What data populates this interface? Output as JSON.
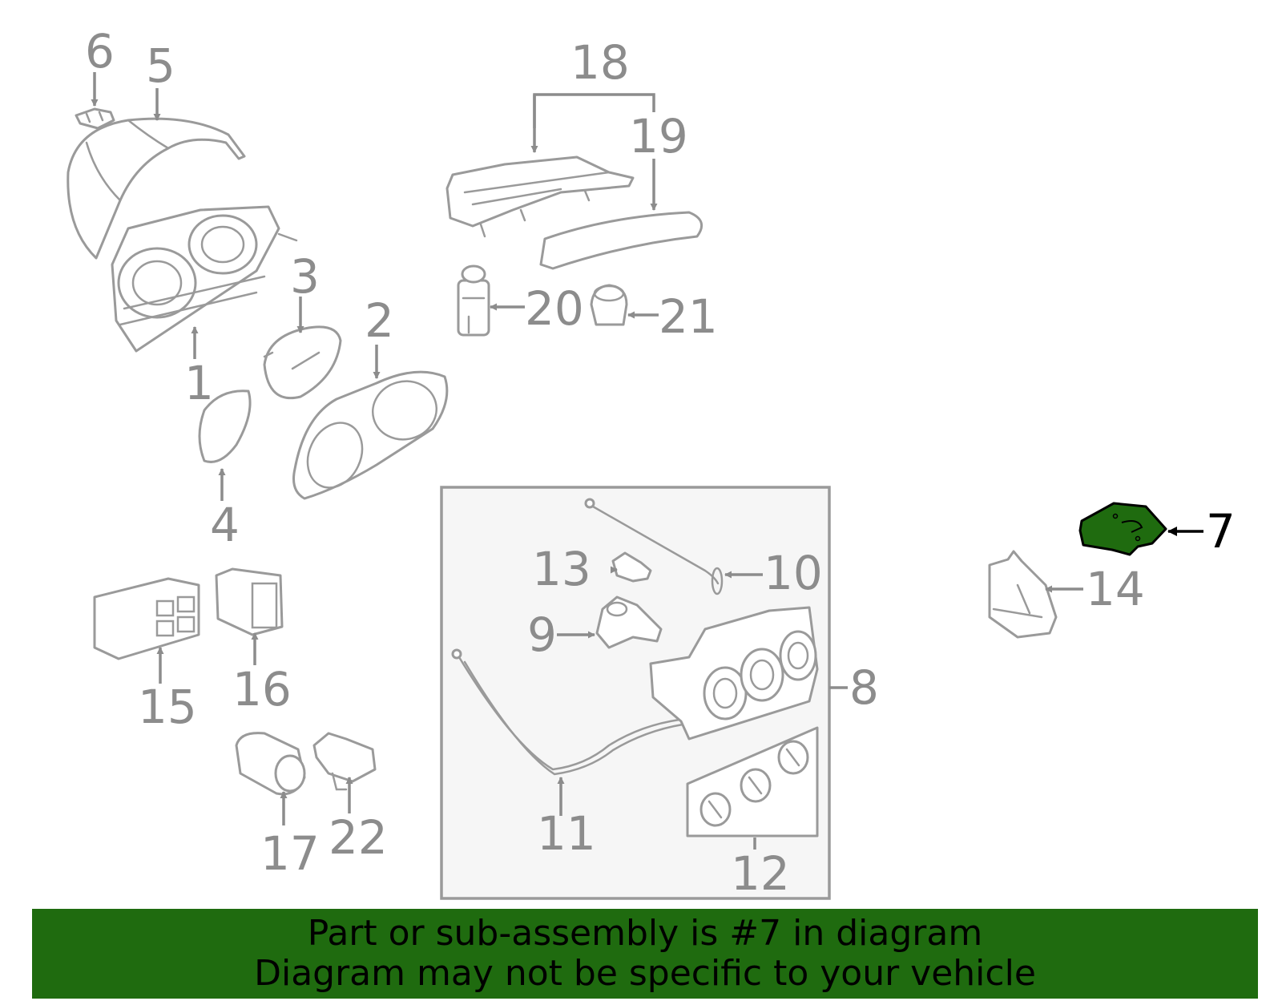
{
  "colors": {
    "highlight_fill": "#1f6b0f",
    "part_stroke": "#9a9a9a",
    "callout_text": "#8c8c8c",
    "active_callout": "#000000",
    "banner_background": "#1f6b0f",
    "subassembly_box_fill": "#f6f6f6"
  },
  "highlighted_part": "7",
  "callouts": {
    "c1": "1",
    "c2": "2",
    "c3": "3",
    "c4": "4",
    "c5": "5",
    "c6": "6",
    "c7": "7",
    "c8": "8",
    "c9": "9",
    "c10": "10",
    "c11": "11",
    "c12": "12",
    "c13": "13",
    "c14": "14",
    "c15": "15",
    "c16": "16",
    "c17": "17",
    "c18": "18",
    "c19": "19",
    "c20": "20",
    "c21": "21",
    "c22": "22"
  },
  "banner": {
    "line1": "Part or sub-assembly is #7 in diagram",
    "line2": "Diagram may not be specific to your vehicle"
  }
}
